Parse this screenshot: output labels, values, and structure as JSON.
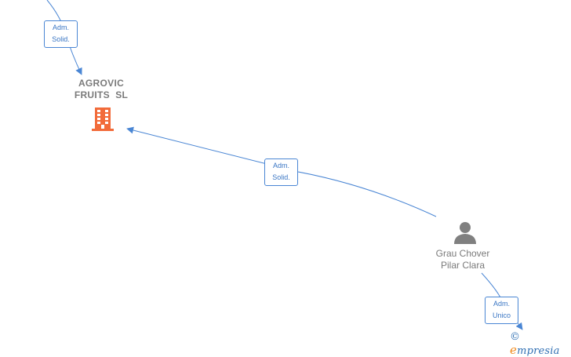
{
  "nodes": {
    "company": {
      "name_lines": [
        "AGROVIC",
        "FRUITS  SL"
      ],
      "icon": "building-icon",
      "color": "#f26b3a"
    },
    "person": {
      "name_lines": [
        "Grau Chover",
        "Pilar Clara"
      ],
      "icon": "person-icon",
      "color": "#808080"
    }
  },
  "edges": [
    {
      "label_lines": [
        "Adm.",
        "Solid."
      ]
    },
    {
      "label_lines": [
        "Adm.",
        "Solid."
      ]
    },
    {
      "label_lines": [
        "Adm.",
        "Unico"
      ]
    }
  ],
  "colors": {
    "edge": "#4a86d4",
    "label_text": "#3a76c4"
  },
  "brand": {
    "copyright_symbol": "©",
    "first_letter": "e",
    "rest": "mpresia"
  }
}
